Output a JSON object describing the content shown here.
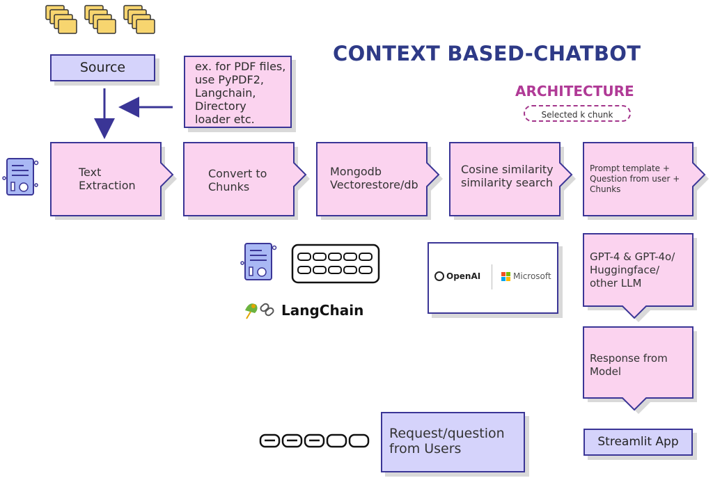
{
  "title": "CONTEXT BASED-CHATBOT",
  "subtitle": "ARCHITECTURE",
  "selected_chunk": "Selected k chunk",
  "source": "Source",
  "loader_note": "ex. for PDF files,\nuse PyPDF2,\nLangchain,\nDirectory\nloader etc.",
  "pipeline": [
    {
      "line1": "Text",
      "line2": "Extraction"
    },
    {
      "line1": "Convert to",
      "line2": "Chunks"
    },
    {
      "line1": "Mongodb",
      "line2": "Vectorestore/db"
    },
    {
      "line1": "Cosine similarity",
      "line2": "similarity search"
    },
    {
      "line1": "Prompt template +",
      "line2": "Question from user +",
      "line3": "Chunks"
    }
  ],
  "llm": {
    "line1": "GPT-4 & GPT-4o/",
    "line2": "Huggingface/",
    "line3": "other LLM"
  },
  "response": {
    "line1": "Response from",
    "line2": "Model"
  },
  "streamlit": "Streamlit App",
  "request": {
    "line1": "Request/question",
    "line2": "from Users"
  },
  "brands": {
    "langchain": "LangChain",
    "openai": "OpenAI",
    "microsoft": "Microsoft"
  },
  "colors": {
    "pink": "#fbd3ef",
    "lavender": "#d5d3fb",
    "navy": "#3a3596",
    "magenta": "#b03a96",
    "folder": "#f7d56f"
  }
}
